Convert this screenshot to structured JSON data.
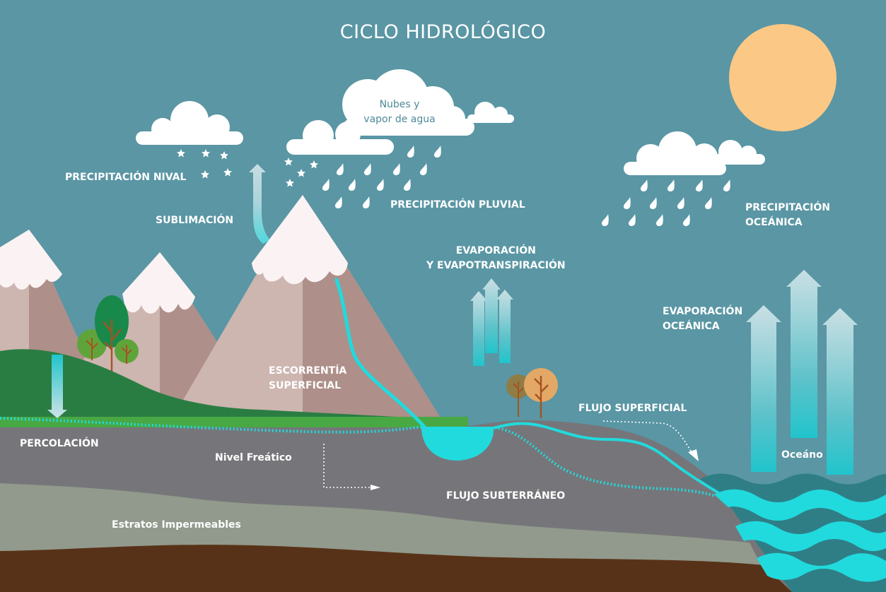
{
  "title": "CICLO HIDROLÓGICO",
  "labels": {
    "clouds_vapor": "Nubes y\nvapor de agua",
    "snow_precip": "PRECIPITACIÓN NIVAL",
    "sublimation": "SUBLIMACIÓN",
    "rain_precip": "PRECIPITACIÓN PLUVIAL",
    "ocean_precip": "PRECIPITACIÓN\nOCEÁNICA",
    "evapotranspiration": "EVAPORACIÓN\nY EVAPOTRANSPIRACIÓN",
    "ocean_evaporation": "EVAPORACIÓN\nOCEÁNICA",
    "runoff": "ESCORRENTÍA\nSUPERFICIAL",
    "surface_flow": "FLUJO SUPERFICIAL",
    "percolation": "PERCOLACIÓN",
    "water_table": "Nivel Freático",
    "groundwater_flow": "FLUJO SUBTERRÁNEO",
    "ocean": "Oceáno",
    "impermeable_strata": "Estratos Impermeables"
  },
  "icons": [
    "sun-icon",
    "cloud-icon",
    "snowflake-icon",
    "raindrop-icon",
    "tree-icon",
    "arrow-up-icon",
    "arrow-down-icon",
    "wave-icon"
  ],
  "colors": {
    "sky": "#5a96a4",
    "sun": "#fcc885",
    "mountain_light": "#cdb5b0",
    "mountain_dark": "#ae8f8a",
    "snow": "#fbf2f3",
    "hill": "#2a7d42",
    "grass": "#48a844",
    "ground": "#76767a",
    "strata": "#919a8c",
    "bedrock": "#583218",
    "water": "#21dadd",
    "ocean_dark": "#2f7e86"
  }
}
